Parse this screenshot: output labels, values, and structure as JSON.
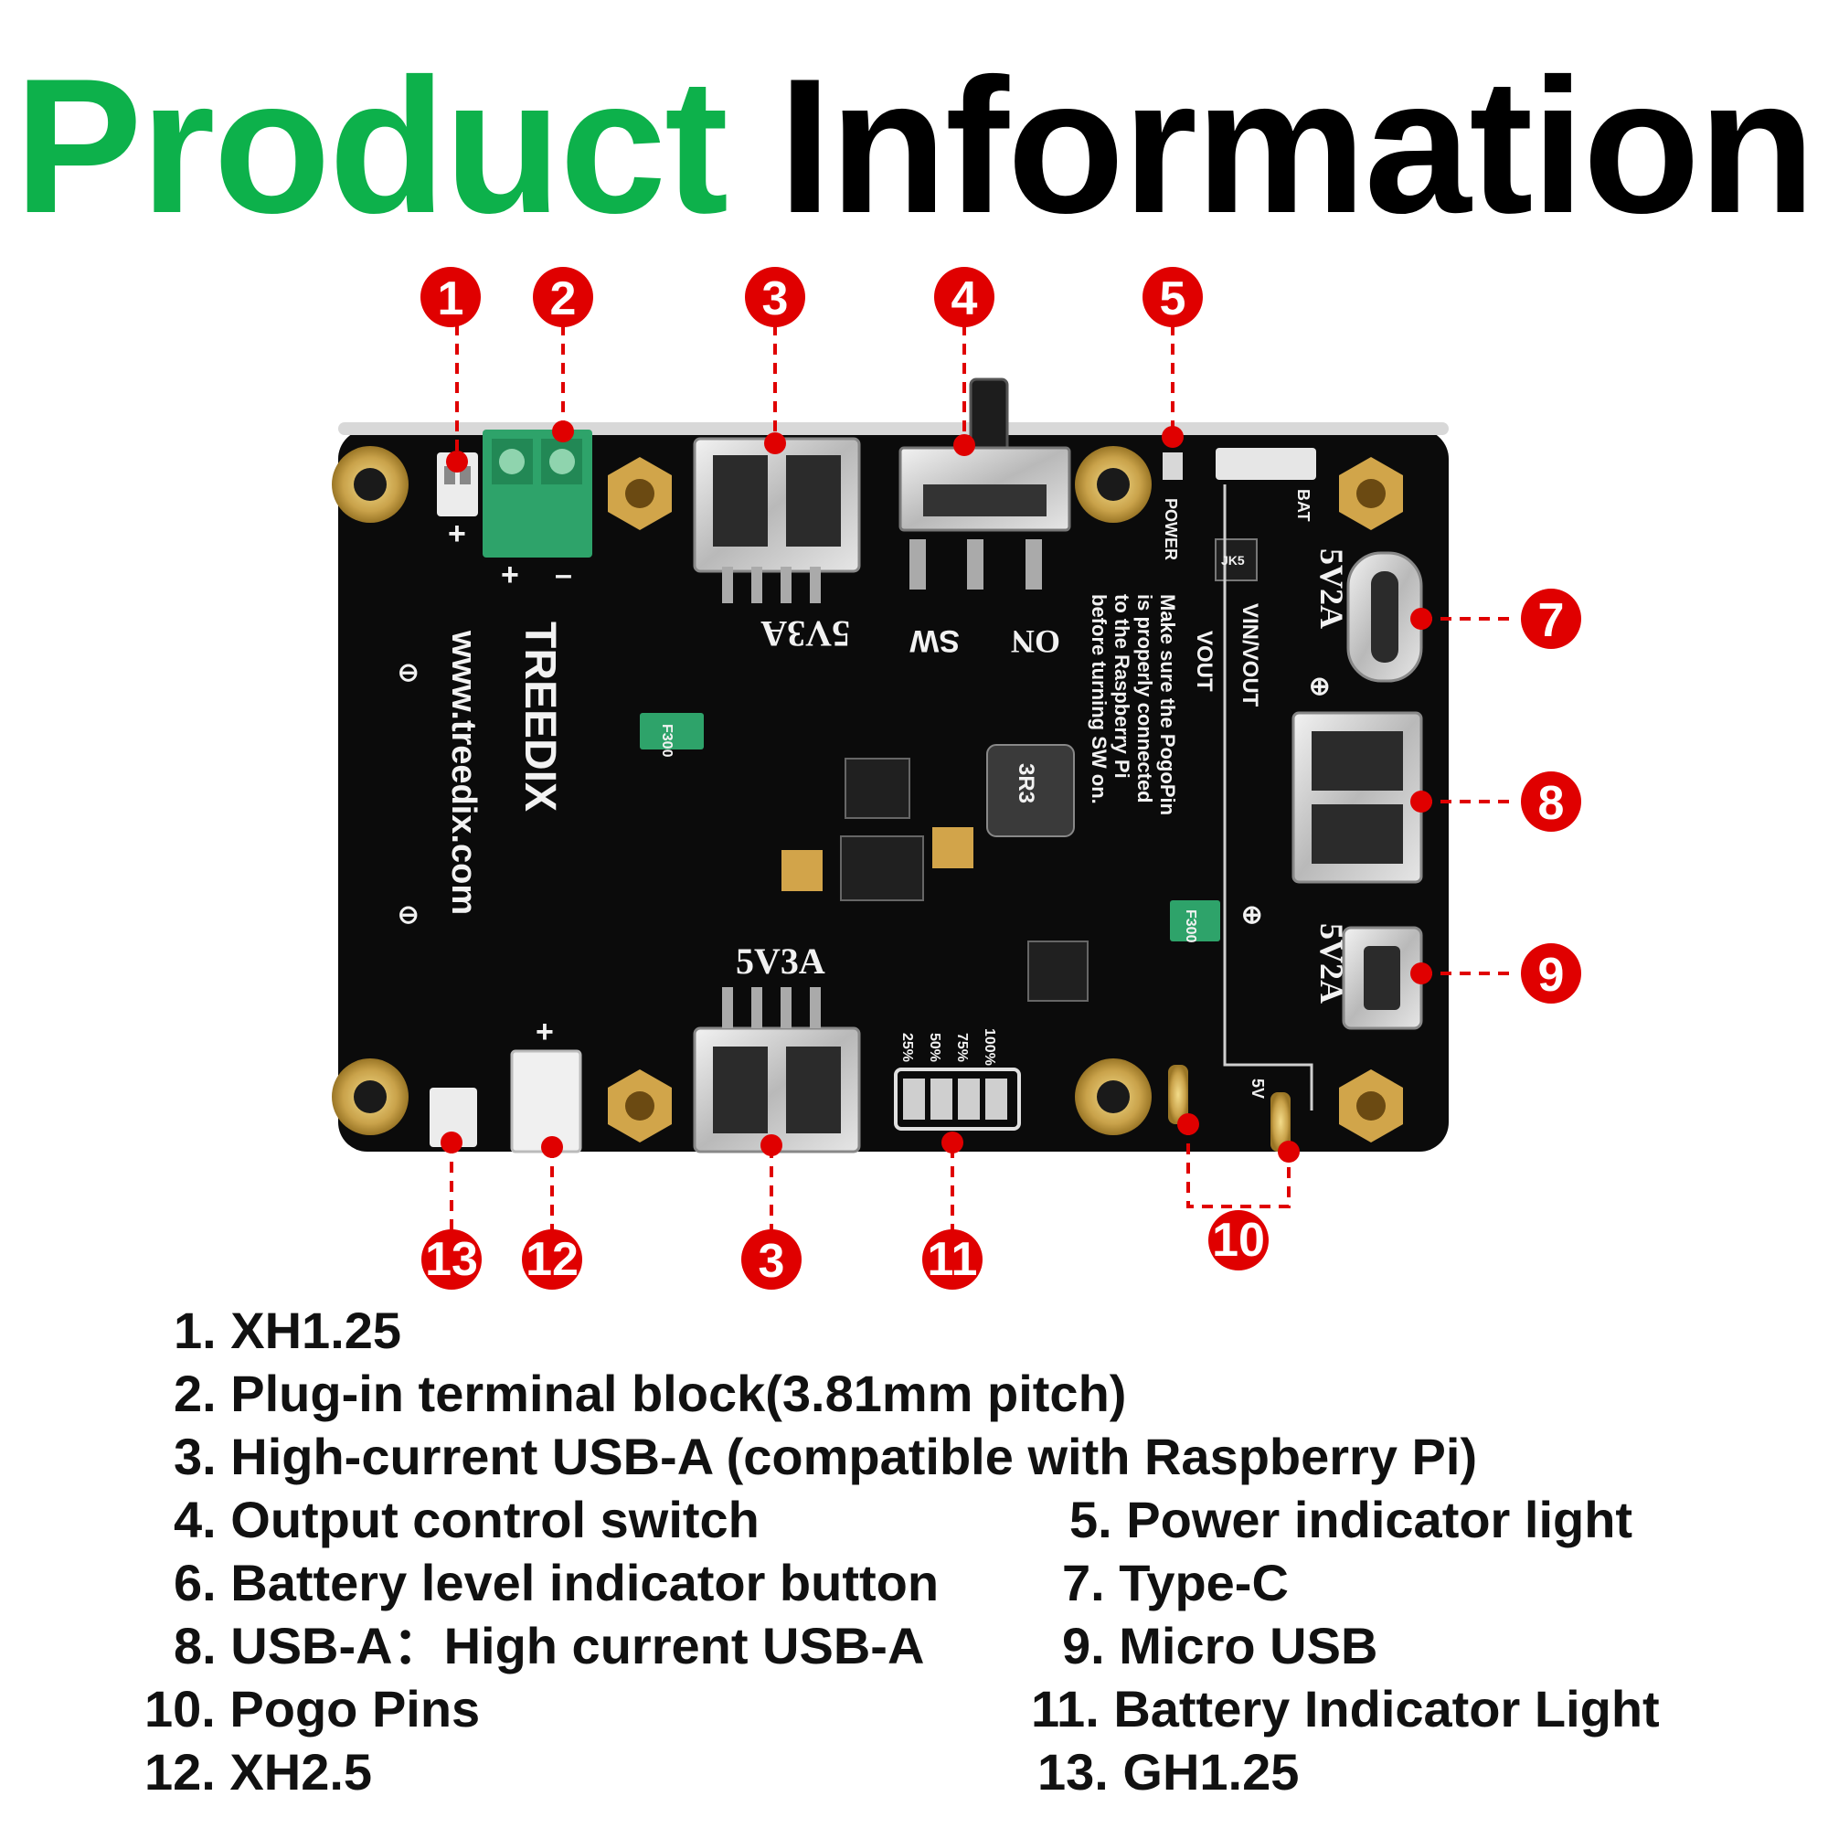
{
  "title": {
    "part1": "Product",
    "part2": "Information"
  },
  "colors": {
    "accent_green": "#0db14b",
    "callout_red": "#e00000",
    "board": "#0b0b0b",
    "gold": "#c9a24a"
  },
  "callouts": [
    "1",
    "2",
    "3",
    "4",
    "5",
    "7",
    "8",
    "9",
    "13",
    "12",
    "3",
    "11",
    "10"
  ],
  "silkscreen": {
    "brand": "TREEDIX",
    "url": "www.treedix.com",
    "port_label": "5V3A",
    "port_label_side": "5V2A",
    "sw": "SW",
    "on": "ON",
    "power": "POWER",
    "bat": "BAT",
    "vout": "VOUT",
    "vin": "VIN/VOUT",
    "warning": [
      "Make sure the PogoPin",
      "is properly connected",
      "to the Raspberry Pi",
      "before turning SW on."
    ],
    "levels": [
      "100%",
      "75%",
      "50%",
      "25%"
    ],
    "fuse": "F300",
    "inductor": "3R3",
    "chip": "JK5",
    "five_v": "5V"
  },
  "legend": [
    "1. XH1.25",
    "2. Plug-in terminal block(3.81mm pitch)",
    "3. High-current USB-A (compatible with Raspberry Pi)",
    "4. Output control switch",
    "5.  Power indicator light",
    "6. Battery level indicator button",
    "7.  Type-C",
    "8. USB-A：High current USB-A",
    "9.  Micro USB",
    "10. Pogo Pins",
    "11. Battery Indicator Light",
    "12. XH2.5",
    "13. GH1.25"
  ]
}
